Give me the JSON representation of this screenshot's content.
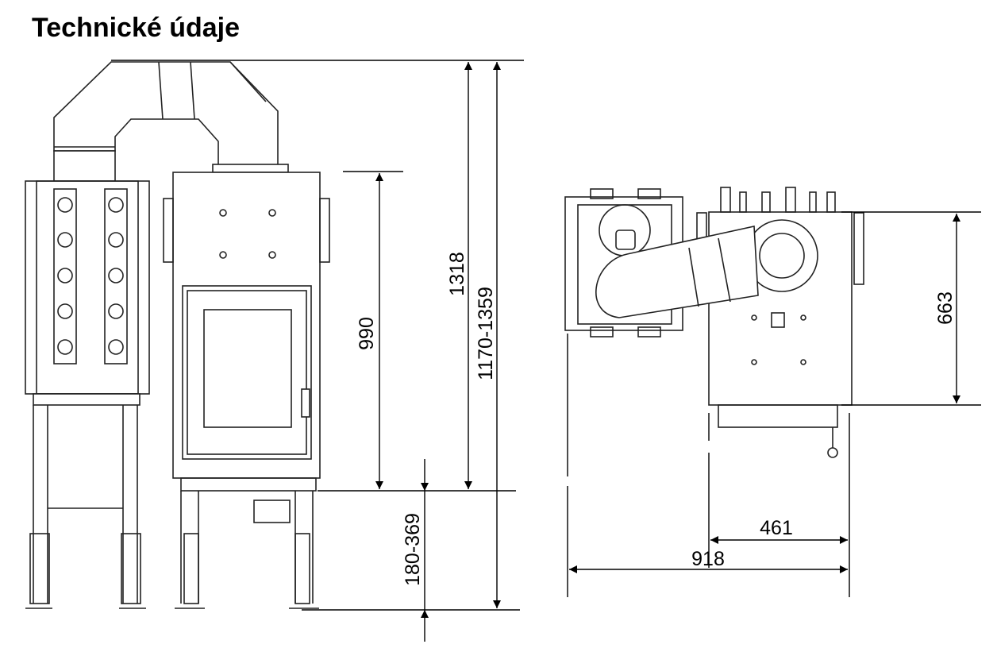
{
  "title": "Technické údaje",
  "dimensions": {
    "height_total": "1318",
    "height_range": "1170-1359",
    "body_height": "990",
    "leg_range": "180-369",
    "top_depth": "663",
    "top_width_inner": "461",
    "top_width_total": "918"
  },
  "colors": {
    "line": "#222222",
    "arrow": "#000000"
  }
}
